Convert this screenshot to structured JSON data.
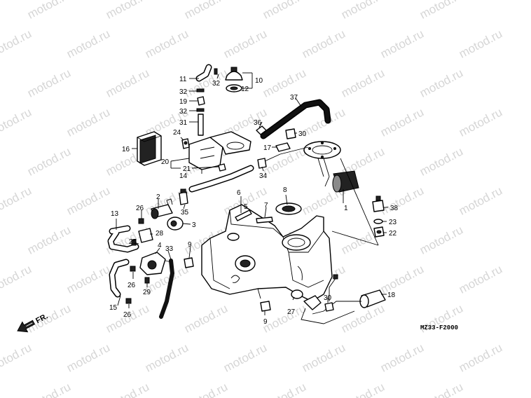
{
  "watermark": {
    "text": "motod.ru"
  },
  "diagram_code": "MZ33-F2000",
  "direction_label": "FR.",
  "callouts": [
    {
      "key": "c1",
      "text": "1"
    },
    {
      "key": "c2",
      "text": "2"
    },
    {
      "key": "c3",
      "text": "3"
    },
    {
      "key": "c4",
      "text": "4"
    },
    {
      "key": "c5",
      "text": "5"
    },
    {
      "key": "c6",
      "text": "6"
    },
    {
      "key": "c7",
      "text": "7"
    },
    {
      "key": "c8",
      "text": "8"
    },
    {
      "key": "c9a",
      "text": "9"
    },
    {
      "key": "c9b",
      "text": "9"
    },
    {
      "key": "c10",
      "text": "10"
    },
    {
      "key": "c11",
      "text": "11"
    },
    {
      "key": "c12",
      "text": "12"
    },
    {
      "key": "c13",
      "text": "13"
    },
    {
      "key": "c14",
      "text": "14"
    },
    {
      "key": "c15",
      "text": "15"
    },
    {
      "key": "c16",
      "text": "16"
    },
    {
      "key": "c17",
      "text": "17"
    },
    {
      "key": "c18",
      "text": "18"
    },
    {
      "key": "c19",
      "text": "19"
    },
    {
      "key": "c20",
      "text": "20"
    },
    {
      "key": "c21",
      "text": "21"
    },
    {
      "key": "c22",
      "text": "22"
    },
    {
      "key": "c23",
      "text": "23"
    },
    {
      "key": "c24",
      "text": "24"
    },
    {
      "key": "c25",
      "text": "25"
    },
    {
      "key": "c26a",
      "text": "26"
    },
    {
      "key": "c26b",
      "text": "26"
    },
    {
      "key": "c26c",
      "text": "26"
    },
    {
      "key": "c27",
      "text": "27"
    },
    {
      "key": "c28",
      "text": "28"
    },
    {
      "key": "c29",
      "text": "29"
    },
    {
      "key": "c30a",
      "text": "30"
    },
    {
      "key": "c30b",
      "text": "30"
    },
    {
      "key": "c31",
      "text": "31"
    },
    {
      "key": "c32a",
      "text": "32"
    },
    {
      "key": "c32b",
      "text": "32"
    },
    {
      "key": "c32c",
      "text": "32"
    },
    {
      "key": "c33",
      "text": "33"
    },
    {
      "key": "c34",
      "text": "34"
    },
    {
      "key": "c35",
      "text": "35"
    },
    {
      "key": "c36",
      "text": "36"
    },
    {
      "key": "c37",
      "text": "37"
    },
    {
      "key": "c38",
      "text": "38"
    }
  ]
}
